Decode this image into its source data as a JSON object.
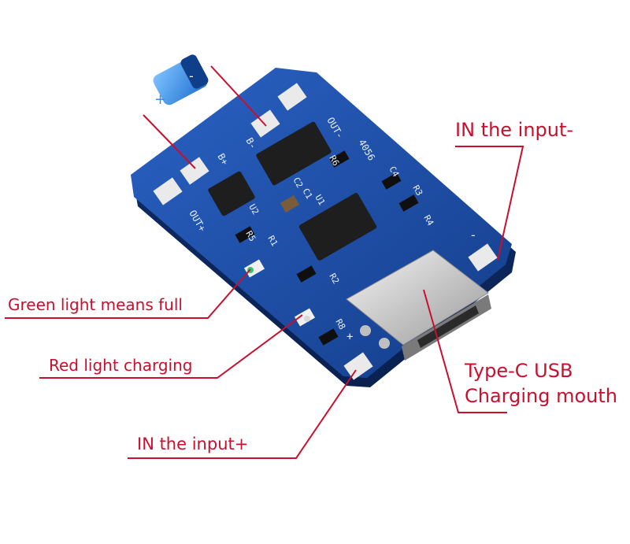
{
  "board": {
    "chip_main": "4056",
    "silkscreen": {
      "out_minus": "OUT-",
      "out_plus": "OUT+",
      "b_minus": "B-",
      "b_plus": "B+",
      "code_4056": "4056",
      "r1": "R1",
      "r2": "R2",
      "r3": "R3",
      "r4": "R4",
      "r5": "R5",
      "r6": "R6",
      "r8": "R8",
      "c1": "C1",
      "c2": "C2",
      "c4": "C4",
      "u1": "U1",
      "u2": "U2",
      "plus_in": "+",
      "minus_in": "-"
    },
    "battery": {
      "minus": "-",
      "plus": "+"
    }
  },
  "labels": {
    "in_minus": "IN the input-",
    "green": "Green light means full",
    "red": "Red light charging",
    "usb_line1": "Type-C USB",
    "usb_line2": "Charging mouth",
    "in_plus": "IN the input+"
  },
  "colors": {
    "callout": "#c8102e",
    "pcb": "#1f4fa8",
    "pad": "#e9e9e9",
    "chip": "#1e1e1e"
  }
}
